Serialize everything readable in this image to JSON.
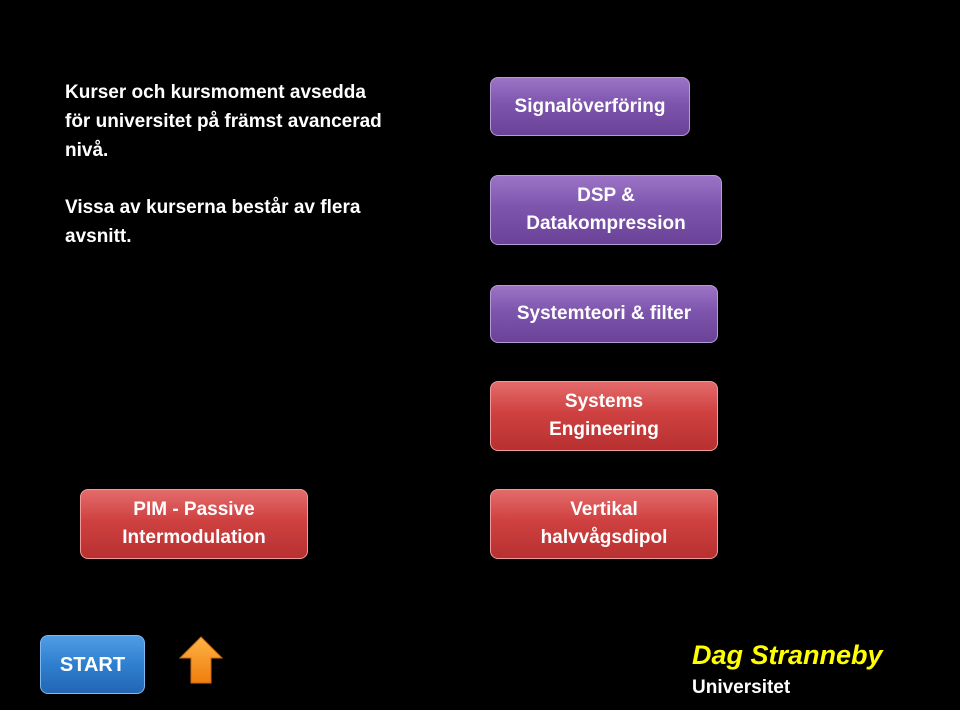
{
  "intro": {
    "paragraph1": "Kurser och kursmoment avsedda\nför universitet på främst avancerad\nnivå.",
    "paragraph2": "Vissa av kurserna består av flera\navsnitt."
  },
  "buttons": {
    "signal": "Signalöverföring",
    "dsp": "DSP &\nDatakompression",
    "system": "Systemteori & filter",
    "syseng": "Systems\nEngineering",
    "vertikal": "Vertikal\nhalvvågsdipol",
    "pim": "PIM - Passive\nIntermodulation",
    "start": "START"
  },
  "icons": {
    "up": "up-arrow-icon"
  },
  "footer": {
    "author": "Dag Stranneby",
    "subtitle": "Universitet"
  },
  "colors": {
    "background": "#000000",
    "purple_button": "#7d55ad",
    "red_button": "#cf4141",
    "blue_button": "#2f7fcf",
    "arrow": "#f7931e",
    "author": "#ffff00"
  }
}
